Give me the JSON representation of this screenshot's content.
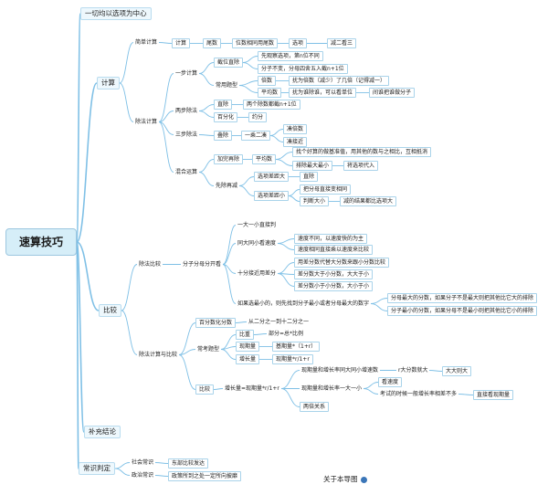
{
  "root": "速算技巧",
  "nodes": {
    "a1": "一切均以选项为中心",
    "calc": "计算",
    "c_simple": "简单计算",
    "c_s1": "计算",
    "c_s2": "尾数",
    "c_s3": "位数相同用尾数",
    "c_s4": "选项",
    "c_s5": "减二看三",
    "c_div": "除法计算",
    "d1": "一步计算",
    "d1a": "截位直除",
    "d1a1": "先观察选项，第n位不同",
    "d1a2": "分子不变，分母四舍五入截n+1位",
    "d1b": "常用题型",
    "d1b1": "倍数",
    "d1b1x": "扰为倍数（减少）了几倍（记得减一）",
    "d1b2": "平均数",
    "d1b2x": "扰为谁除谁，可以看单位",
    "d1b2y": "间谁把谁做分子",
    "d2": "两步除法",
    "d2a": "直除",
    "d2ax": "两个除数都截n+1位",
    "d2b": "百分化",
    "d2bx": "约分",
    "d3": "三步除法",
    "d3a": "叠除",
    "d3ax": "一乘二凑",
    "d3ax1": "凑倍数",
    "d3ax2": "凑接近",
    "d4": "混合运算",
    "d4a": "加完再除",
    "d4ax": "平均数",
    "d4ax1": "找个好算的做基准值，用其他的数与之相比，互相抵消",
    "d4ax2": "排除最大最小",
    "d4ax2b": "将选项代入",
    "d4b": "先除再减",
    "d4b1": "选项差距大",
    "d4b1x": "直除",
    "d4b2": "选项差距小",
    "d4b2x": "把分母直接变相同",
    "d4b2y": "判断大小",
    "d4b2z": "减的结果都比选项大",
    "compare": "比较",
    "cmp_div": "除法比较",
    "cmp_fa": "分子分母分开看",
    "e1": "一大一小直接判",
    "e2": "同大同小看速度",
    "e2a": "速度不同，以速度快的为主",
    "e2b": "速度相同直接乘以速度来比较",
    "e3": "十分接近用差分",
    "e3a": "用差分数代替大分数来跟小分数比较",
    "e3b": "差分数大于小分数，大大于小",
    "e3c": "差分数小于小分数，大小于小",
    "e4": "如果选最小的，则先找到分子最小或者分母最大的数字",
    "e4a": "分母最大的分数，如果分子不是最大则把其他比它大的排除",
    "e4b": "分子最小的分数，如果分母不是最小则把其他比它小的排除",
    "cmp_mix": "除法计算与比较",
    "p1": "百分数化分数",
    "p1x": "从二分之一到十二分之一",
    "p2": "常考题型",
    "p2a": "比重",
    "p2ax": "部分=总*比例",
    "p2b": "现期量",
    "p2bx": "基期量*（1+r）",
    "p2c": "增长量",
    "p2cx": "现期量*r/1+r",
    "p3": "比较",
    "p3x": "增长量=现期量*r/1+r",
    "p3a": "现期量和增长率同大同小增速数",
    "p3a1": "r大分数就大",
    "p3a2": "大大则大",
    "p3b": "现期量和增长率一大一小",
    "p3b1": "看速度",
    "p3b2": "考试的时候一般增长率相差不多",
    "p3b3": "直接看现期量",
    "p3c": "两倍关系",
    "supp": "补充结论",
    "common": "常识判定",
    "cs1": "社会常识",
    "cs1x": "东部比较发达",
    "cs2": "政治常识",
    "cs2x": "政策所到之处一定所向披靡"
  },
  "about": "关于本导图",
  "colors": {
    "line": "#7fc0e6",
    "root_fill": "#d6eef8",
    "box_border": "#a9d3ea"
  }
}
